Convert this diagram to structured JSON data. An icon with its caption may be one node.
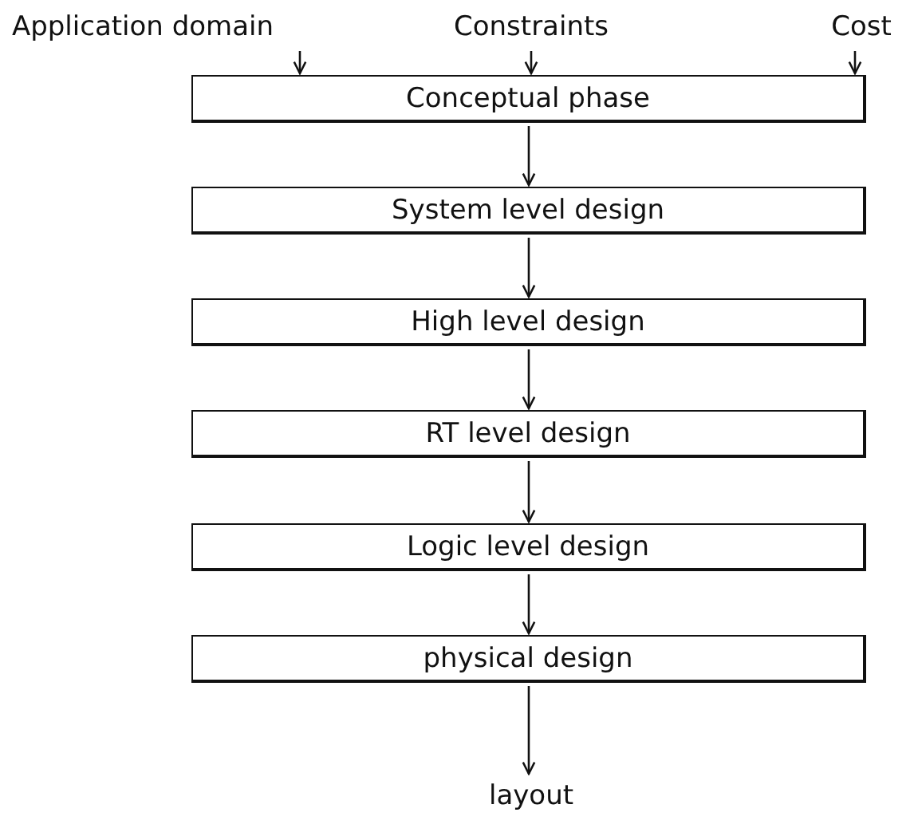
{
  "diagram": {
    "nodes": [
      {
        "text": [
          "Application domain"
        ]
      },
      {
        "text": [
          "Constraints"
        ]
      },
      {
        "text": [
          "Cost"
        ]
      },
      {
        "text": [
          "Conceptual phase"
        ]
      },
      {
        "text": [
          "System level design"
        ]
      },
      {
        "text": [
          "High level design"
        ]
      },
      {
        "text": [
          "RT level design"
        ]
      },
      {
        "text": [
          "Logic level design"
        ]
      },
      {
        "text": [
          "physical design"
        ]
      },
      {
        "text": [
          "layout"
        ]
      }
    ],
    "edges": [
      {
        "from": 0,
        "to": 3,
        "arrow": "to"
      },
      {
        "from": 1,
        "to": 3,
        "arrow": "to"
      },
      {
        "from": 2,
        "to": 3,
        "arrow": "to"
      },
      {
        "from": 3,
        "to": 4,
        "arrow": "to"
      },
      {
        "from": 4,
        "to": 5,
        "arrow": "to"
      },
      {
        "from": 5,
        "to": 6,
        "arrow": "to"
      },
      {
        "from": 6,
        "to": 7,
        "arrow": "to"
      },
      {
        "from": 7,
        "to": 8,
        "arrow": "to"
      },
      {
        "from": 8,
        "to": 9,
        "arrow": "to"
      }
    ]
  }
}
